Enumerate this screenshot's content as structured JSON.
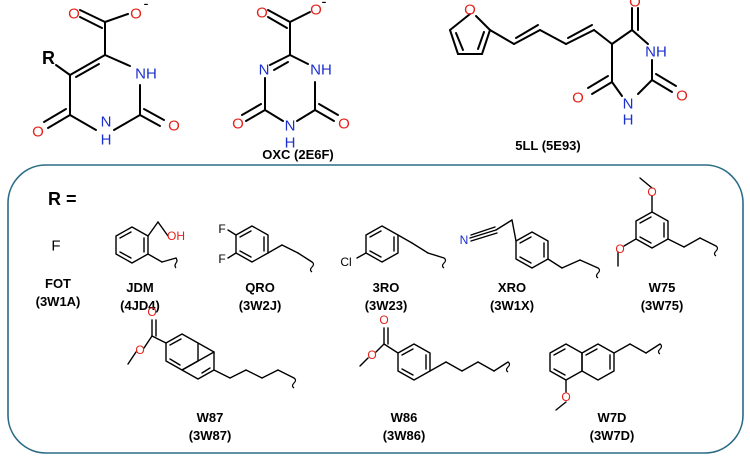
{
  "colors": {
    "oxygen": "#e3221b",
    "nitrogen": "#1b2fcc",
    "carbon": "#000000",
    "panel_border": "#2a6b86"
  },
  "atoms": {
    "O": "O",
    "N": "N",
    "NH": "NH",
    "H": "H",
    "N_H": "N\nH",
    "F": "F",
    "Cl": "Cl",
    "OH": "OH",
    "minus": "-"
  },
  "r_group_symbol": "R",
  "r_equals": "R =",
  "top_compounds": [
    {
      "code": "",
      "pdb": ""
    },
    {
      "code": "OXC",
      "pdb": "(2E6F)"
    },
    {
      "code": "5LL",
      "pdb": "(5E93)"
    }
  ],
  "substituents": [
    {
      "code": "FOT",
      "pdb": "(3W1A)"
    },
    {
      "code": "JDM",
      "pdb": "(4JD4)"
    },
    {
      "code": "QRO",
      "pdb": "(3W2J)"
    },
    {
      "code": "3RO",
      "pdb": "(3W23)"
    },
    {
      "code": "XRO",
      "pdb": "(3W1X)"
    },
    {
      "code": "W75",
      "pdb": "(3W75)"
    },
    {
      "code": "W87",
      "pdb": "(3W87)"
    },
    {
      "code": "W86",
      "pdb": "(3W86)"
    },
    {
      "code": "W7D",
      "pdb": "(3W7D)"
    }
  ],
  "captions": {
    "oxc": "OXC (2E6F)",
    "ll": "5LL (5E93)"
  }
}
